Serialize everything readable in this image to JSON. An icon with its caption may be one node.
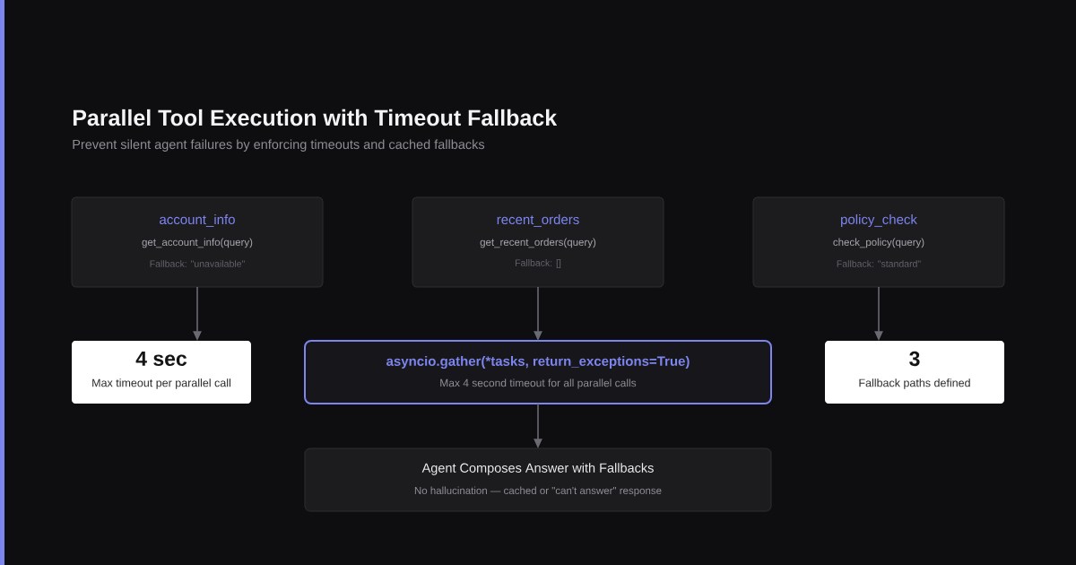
{
  "diagram": {
    "title": "Parallel Tool Execution with Timeout Fallback",
    "nodes": [
      {
        "text": [
          "account_info",
          "get_account_info(query)",
          "Fallback: \"unavailable\""
        ]
      },
      {
        "text": [
          "recent_orders",
          "get_recent_orders(query)",
          "Fallback: []"
        ]
      },
      {
        "text": [
          "policy_check",
          "check_policy(query)",
          "Fallback: \"standard\""
        ]
      },
      {
        "text": [
          "4 sec",
          "Max timeout per parallel call"
        ]
      },
      {
        "text": [
          "asyncio.gather(*tasks, return_exceptions=True)",
          "Max 4 second timeout for all parallel calls"
        ]
      },
      {
        "text": [
          "3",
          "Fallback paths defined"
        ]
      },
      {
        "text": [
          "Agent Composes Answer with Fallbacks",
          "No hallucination — cached or \"can't answer\" response"
        ]
      }
    ],
    "edges": [
      {
        "from": 0,
        "to": 3,
        "arrow": "to"
      },
      {
        "from": 1,
        "to": 4,
        "arrow": "to"
      },
      {
        "from": 2,
        "to": 5,
        "arrow": "to"
      },
      {
        "from": 4,
        "to": 6,
        "arrow": "to"
      }
    ],
    "labels": [
      "Prevent silent agent failures by enforcing timeouts and cached fallbacks"
    ]
  }
}
